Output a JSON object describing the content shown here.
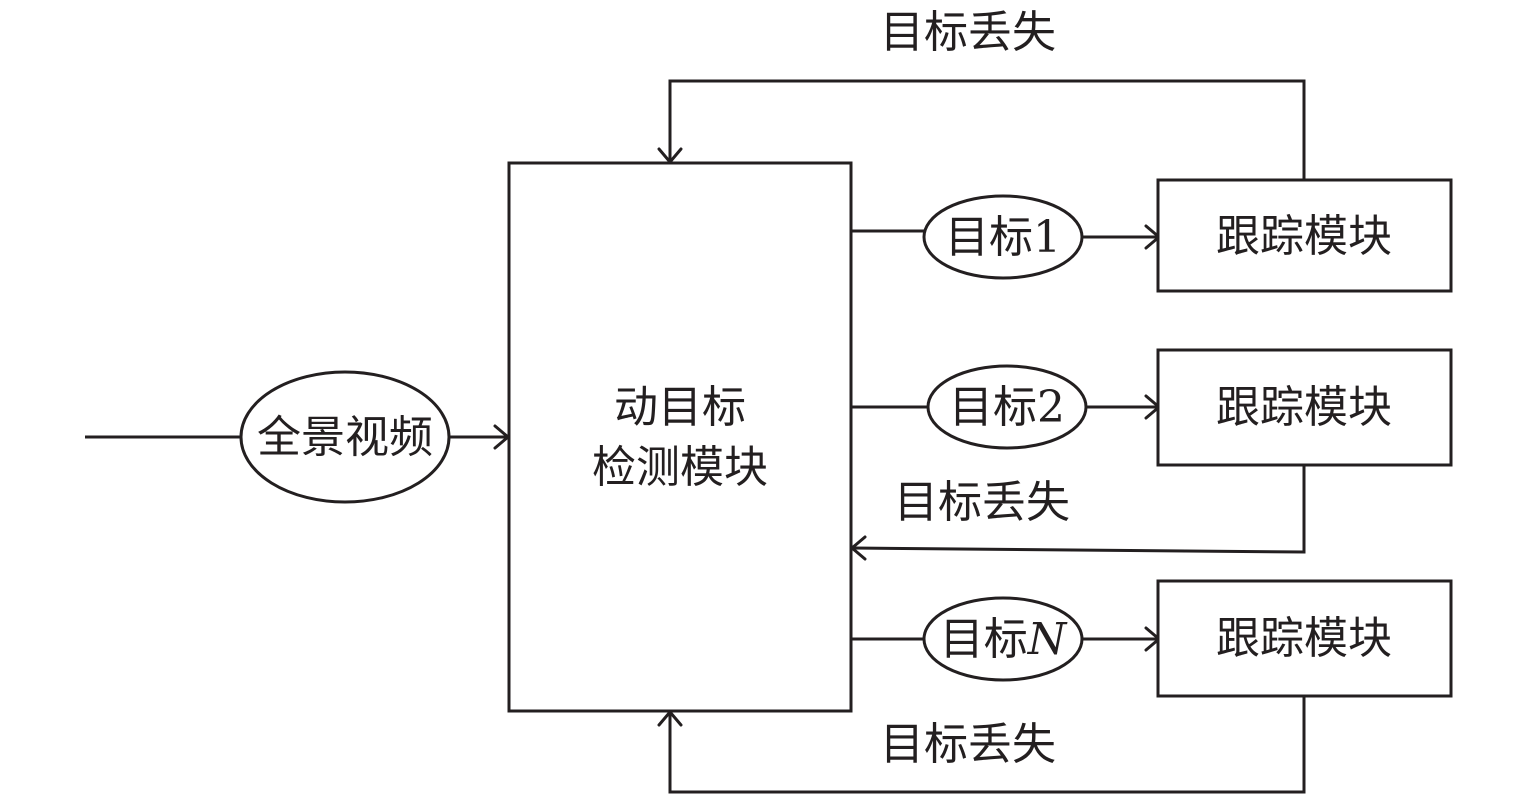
{
  "input": {
    "label": "全景视频"
  },
  "detector": {
    "line1": "动目标",
    "line2": "检测模块"
  },
  "targets": [
    {
      "prefix": "目标",
      "suffix": "1",
      "suffix_italic": false
    },
    {
      "prefix": "目标",
      "suffix": "2",
      "suffix_italic": false
    },
    {
      "prefix": "目标",
      "suffix": "N",
      "suffix_italic": true
    }
  ],
  "trackers": [
    {
      "label": "跟踪模块"
    },
    {
      "label": "跟踪模块"
    },
    {
      "label": "跟踪模块"
    }
  ],
  "feedback": [
    {
      "label": "目标丢失"
    },
    {
      "label": "目标丢失"
    },
    {
      "label": "目标丢失"
    }
  ],
  "colors": {
    "stroke": "#231f20",
    "background": "#ffffff"
  }
}
